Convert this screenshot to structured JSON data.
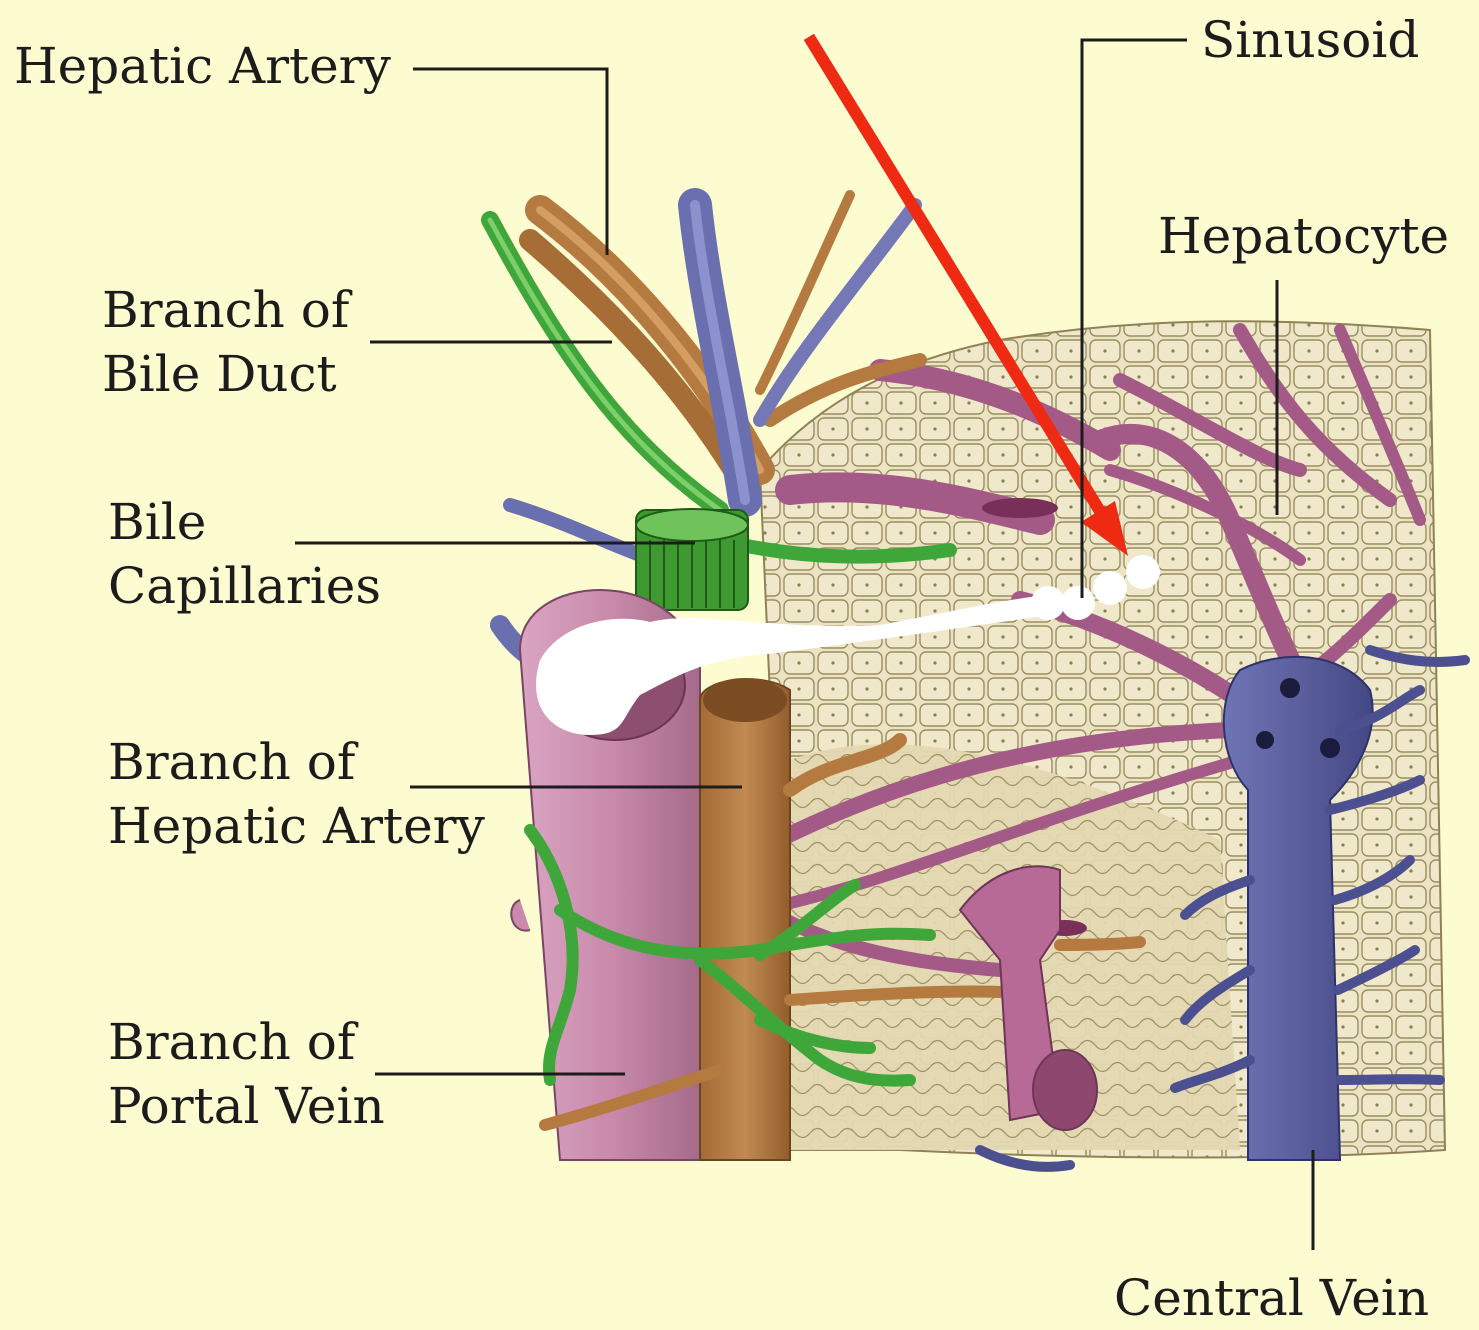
{
  "colors": {
    "background": "#fdfbd0",
    "tissue": "#e8dfbc",
    "hepatic_artery": "#b57a3f",
    "bile_duct": "#3fa63a",
    "portal_vein": "#c98aab",
    "central_vein": "#5b5f9e",
    "sinusoid": "#a45a86",
    "pointer_arrow": "#ee2a12",
    "highlight": "#ffffff"
  },
  "labels": {
    "hepatic_artery": "Hepatic Artery",
    "sinusoid": "Sinusoid",
    "hepatocyte": "Hepatocyte",
    "branch_bile_duct_line1": "Branch of",
    "branch_bile_duct_line2": "Bile Duct",
    "bile_capillaries_line1": "Bile",
    "bile_capillaries_line2": "Capillaries",
    "branch_hepatic_artery_line1": "Branch of",
    "branch_hepatic_artery_line2": "Hepatic Artery",
    "branch_portal_vein_line1": "Branch of",
    "branch_portal_vein_line2": "Portal Vein",
    "central_vein": "Central Vein"
  }
}
